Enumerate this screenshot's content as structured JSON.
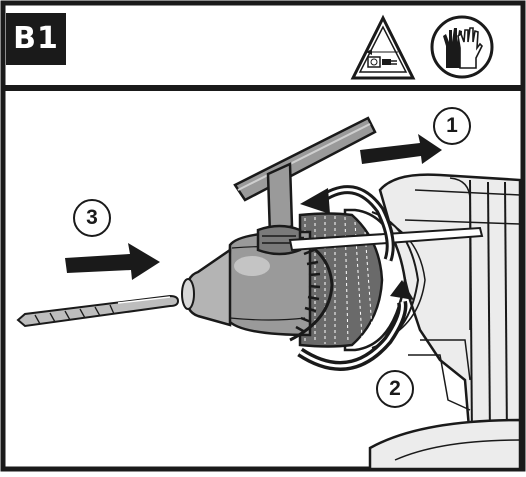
{
  "figure": {
    "label": "B1",
    "steps": [
      "1",
      "2",
      "3"
    ]
  },
  "icons": {
    "warning": "unplug-warning-icon",
    "gloves": "gloves-icon"
  },
  "colors": {
    "ink": "#1a1a1a",
    "chuck_gray": "#9a9a9a",
    "body_light": "#ececec"
  }
}
